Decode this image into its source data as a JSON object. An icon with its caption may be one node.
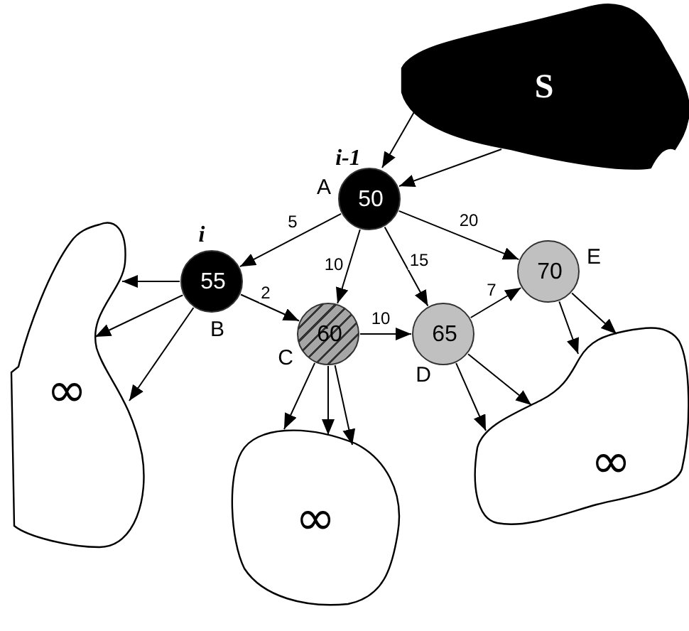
{
  "diagram": {
    "nodes": [
      {
        "text": [
          "S"
        ]
      },
      {
        "text": [
          "50"
        ],
        "beside": [
          "A",
          "i-1"
        ]
      },
      {
        "text": [
          "55"
        ],
        "beside": [
          "i",
          "B"
        ]
      },
      {
        "text": [
          "60"
        ],
        "beside": [
          "C"
        ]
      },
      {
        "text": [
          "65"
        ],
        "beside": [
          "D"
        ]
      },
      {
        "text": [
          "70"
        ],
        "beside": [
          "E"
        ]
      },
      {
        "text": [
          "∞"
        ]
      },
      {
        "text": [
          "∞"
        ]
      },
      {
        "text": [
          "∞"
        ]
      }
    ],
    "edges": [
      {
        "from": 0,
        "to": 1,
        "arrow": "to"
      },
      {
        "from": 0,
        "to": 1,
        "arrow": "to"
      },
      {
        "from": 1,
        "to": 2,
        "arrow": "to",
        "label": "5"
      },
      {
        "from": 1,
        "to": 3,
        "arrow": "to",
        "label": "10"
      },
      {
        "from": 1,
        "to": 4,
        "arrow": "to",
        "label": "15"
      },
      {
        "from": 1,
        "to": 5,
        "arrow": "to",
        "label": "20"
      },
      {
        "from": 2,
        "to": 3,
        "arrow": "to",
        "label": "2"
      },
      {
        "from": 3,
        "to": 4,
        "arrow": "to",
        "label": "10"
      },
      {
        "from": 4,
        "to": 5,
        "arrow": "to",
        "label": "7"
      },
      {
        "from": 2,
        "to": 6,
        "arrow": "to"
      },
      {
        "from": 2,
        "to": 6,
        "arrow": "to"
      },
      {
        "from": 2,
        "to": 6,
        "arrow": "to"
      },
      {
        "from": 3,
        "to": 7,
        "arrow": "to"
      },
      {
        "from": 3,
        "to": 7,
        "arrow": "to"
      },
      {
        "from": 3,
        "to": 7,
        "arrow": "to"
      },
      {
        "from": 4,
        "to": 8,
        "arrow": "to"
      },
      {
        "from": 4,
        "to": 8,
        "arrow": "to"
      },
      {
        "from": 5,
        "to": 8,
        "arrow": "to"
      },
      {
        "from": 5,
        "to": 8,
        "arrow": "to"
      }
    ]
  }
}
